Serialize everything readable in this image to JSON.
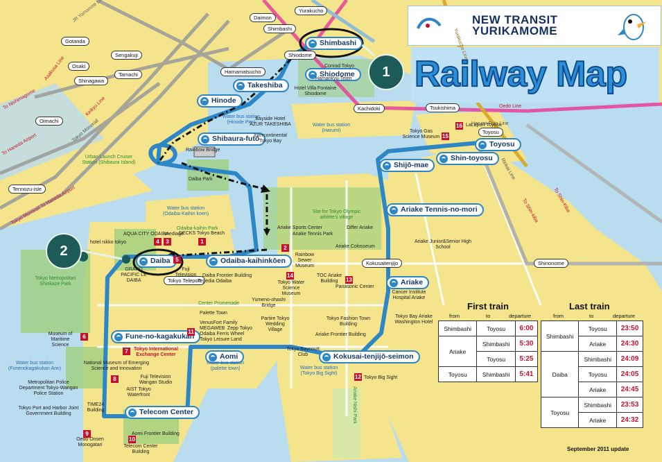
{
  "brand": {
    "line1": "NEW TRANSIT",
    "line2": "YURIKAMOME",
    "map_title": "Railway Map"
  },
  "colors": {
    "yurikamome": "#2d86c6",
    "land": "#f4e58c",
    "water": "#b9dcef",
    "park": "#9fcf7e",
    "jr": "#9a9a9a",
    "oedo": "#e8409a",
    "yurakucho": "#d7a31a",
    "marker": "#1d5b58"
  },
  "markers": [
    "1",
    "2"
  ],
  "yurikamome_stations": [
    "Shimbashi",
    "Shiodome",
    "Takeshiba",
    "Hinode",
    "Shibaura-futō",
    "Odaiba-kaihinkōen",
    "Daiba",
    "Fune-no-kagakukan",
    "Telecom Center",
    "Aomi",
    "Kokusai-tenjijō-seimon",
    "Ariake",
    "Ariake Tennis-no-mori",
    "Shijō-mae",
    "Shin-toyosu",
    "Toyosu"
  ],
  "other_stations": [
    "Yurakucho",
    "Shimbashi",
    "Daimon",
    "Gotanda",
    "Sengakuji",
    "Osaki",
    "Tamachi",
    "Shinagawa",
    "Hamamatsucho",
    "Shiodome",
    "Oimachi",
    "Tennozu-isle",
    "Kachidoki",
    "Tsukishima",
    "Toyosu",
    "Shinonome",
    "Kokusaitenjijo",
    "Tokyo Teleport"
  ],
  "line_labels": [
    "JR Yamanote Line",
    "Asakusa Line",
    "To Nishimagome",
    "To Shin-Kiba",
    "Oedo Line",
    "Yurakucho Line",
    "Tokyo Monorail",
    "To Haneda Airport",
    "Rinkai Line",
    "Keikyu Line",
    "To Shin-kiba",
    "Harumi Futo Line",
    "Tokyo Monorail To Haneda Airport"
  ],
  "water_buses": [
    "Water bus station (Hinode Pier)",
    "Water bus station (Harumi)",
    "Water bus station (Odaiba-Kaihin koen)",
    "Water bus station (Funenokagakukan Ann)",
    "Water bus station (palette town)",
    "Water bus station (Tokyo Big Sight)",
    "Urban Launch Cruiser Station (Shibaura Island)"
  ],
  "places": [
    "Hamarikyu-Teien",
    "Conrad Tokyo",
    "Hotel Villa Fontaine Shiodome",
    "Bayside Hotel AZUR TAKESHIBA",
    "Intercontinental Tokyo Bay",
    "Rainbow Bridge",
    "Daiba Park",
    "Tokyo Gas Science Museum",
    "LaLaport Toyosu",
    "Site for Tokyo Olympic athlete's village",
    "Differ Ariake",
    "Ariake Colosseum",
    "Ariake Tennis Park",
    "Ariake Sports Center",
    "Rainbow Sewer Museum",
    "Ariake Junior&Senior High School",
    "DECKS Tokyo Beach",
    "AQUA CITY ODAIBA",
    "mediage",
    "Odaiba-kaihin Park",
    "hotel nikko tokyo",
    "GRAND PACIFIC LE DAIBA",
    "Fuji Television",
    "Tokyo Metropolitan Shiokaze Park",
    "Daiba Frontier Building",
    "Tepedia Odaiba",
    "Center Promenade",
    "Yumeno-ohashi Bridge",
    "Palette Town",
    "VenusFort Family",
    "MEGAWEB",
    "Zepp Tokyo",
    "Odaiba Ferris Wheel",
    "Tokyo Leisure Land",
    "Partire Tokyo Wedding Village",
    "Tokyo Fashion Town Building",
    "Ariake Frontier Building",
    "Tokyo Bay Ariake Washington Hotel",
    "Cancer Institute Hospital Ariake",
    "Tokyo Water Science Museum",
    "TOC Ariake Building",
    "Panasonic Center",
    "Tokyo Baycourt Club",
    "Tokyo Big Sight",
    "Museum of Maritime Science",
    "Tokyo International Exchange Center",
    "National Museum of Emerging Science and Innovation",
    "Fuji Television Wangan Studio",
    "AIST Tokyo Waterfront",
    "Metropolitan Police Department Tokyo-Wangan Police Station",
    "TIME24 Building",
    "Tokyo Port and Harbor Joint Government Building",
    "Oedo Onsen Monogatari",
    "Aomi Frontier Building",
    "Telecom Center Building",
    "Ariake Nishi Park"
  ],
  "first_train": {
    "title": "First train",
    "headers": [
      "from",
      "to",
      "departure"
    ],
    "rows": [
      [
        "Shimbashi",
        "Toyosu",
        "6:00"
      ],
      [
        "Ariake",
        "Shimbashi",
        "5:30"
      ],
      [
        "",
        "Toyosu",
        "5:25"
      ],
      [
        "Toyosu",
        "Shimbashi",
        "5:41"
      ]
    ]
  },
  "last_train": {
    "title": "Last train",
    "headers": [
      "from",
      "to",
      "departure"
    ],
    "rows": [
      [
        "Shimbashi",
        "Toyosu",
        "23:50"
      ],
      [
        "",
        "Ariake",
        "24:30"
      ],
      [
        "Daiba",
        "Shimbashi",
        "24:09"
      ],
      [
        "",
        "Toyosu",
        "24:05"
      ],
      [
        "",
        "Ariake",
        "24:45"
      ],
      [
        "Toyosu",
        "Shimbashi",
        "23:53"
      ],
      [
        "",
        "Ariake",
        "24:32"
      ]
    ]
  },
  "update_note": "September 2011 update",
  "numbers": [
    "1",
    "2",
    "3",
    "4",
    "5",
    "6",
    "7",
    "8",
    "9",
    "10",
    "11",
    "12",
    "13",
    "14",
    "15",
    "16"
  ]
}
